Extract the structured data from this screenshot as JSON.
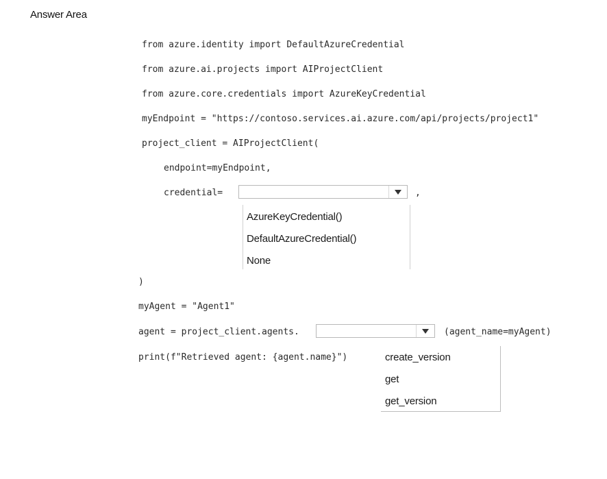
{
  "title": "Answer Area",
  "code": {
    "line1": "from azure.identity import DefaultAzureCredential",
    "line2": "from azure.ai.projects import AIProjectClient",
    "line3": "from azure.core.credentials import AzureKeyCredential",
    "line4": "myEndpoint = \"https://contoso.services.ai.azure.com/api/projects/project1\"",
    "line5": "project_client = AIProjectClient(",
    "line6": "endpoint=myEndpoint,",
    "line7": "credential=",
    "line7_suffix": ",",
    "line8": ")",
    "line9": "myAgent = \"Agent1\"",
    "line10": "agent = project_client.agents.",
    "line10_suffix": "(agent_name=myAgent)",
    "line11": "print(f\"Retrieved agent: {agent.name}\")"
  },
  "dropdown1": {
    "selected": "",
    "options": [
      "AzureKeyCredential()",
      "DefaultAzureCredential()",
      "None"
    ]
  },
  "dropdown2": {
    "selected": "",
    "options": [
      "create_version",
      "get",
      "get_version"
    ]
  },
  "icons": {
    "dropdown_arrow": "chevron-down-icon"
  }
}
